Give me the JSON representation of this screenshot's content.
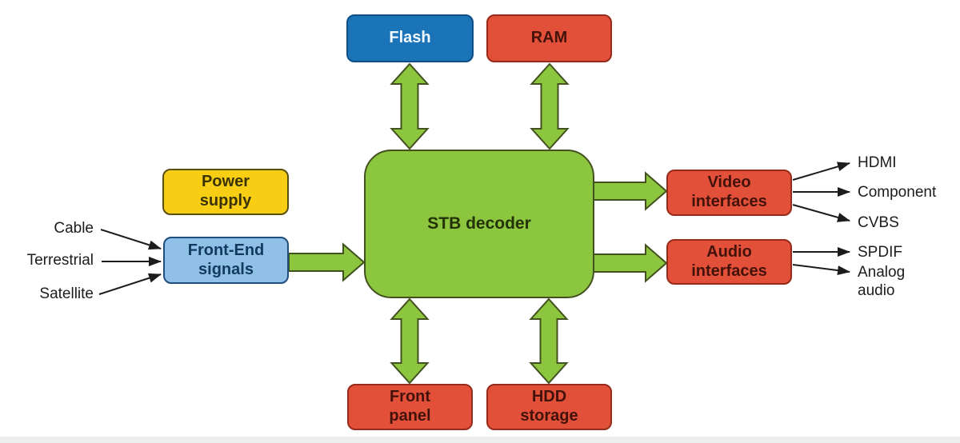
{
  "colors": {
    "blue_fill": "#1b74b8",
    "blue_border": "#0f4f86",
    "blue_text": "#f2f9ff",
    "red_fill": "#e2503a",
    "red_border": "#962b1b",
    "red_text": "#43120a",
    "green_fill": "#8cc63e",
    "green_border": "#42511f",
    "green_text": "#243208",
    "yellow_fill": "#f7ce14",
    "yellow_border": "#57500e",
    "yellow_text": "#3b3306",
    "lightblue_fill": "#90bfe7",
    "lightblue_border": "#1e4e7d",
    "lightblue_text": "#123a5f",
    "line": "#1c1c1c",
    "page_edge": "#edefee"
  },
  "nodes": {
    "flash": {
      "label": "Flash"
    },
    "ram": {
      "label": "RAM"
    },
    "stb_decoder": {
      "label": "STB decoder"
    },
    "power_supply": {
      "label": "Power\nsupply"
    },
    "front_end_signals": {
      "label": "Front-End\nsignals"
    },
    "video_interfaces": {
      "label": "Video\ninterfaces"
    },
    "audio_interfaces": {
      "label": "Audio\ninterfaces"
    },
    "front_panel": {
      "label": "Front\npanel"
    },
    "hdd_storage": {
      "label": "HDD\nstorage"
    }
  },
  "inputs": [
    "Cable",
    "Terrestrial",
    "Satellite"
  ],
  "video_outputs": [
    "HDMI",
    "Component",
    "CVBS"
  ],
  "audio_outputs": [
    "SPDIF",
    "Analog\naudio"
  ]
}
